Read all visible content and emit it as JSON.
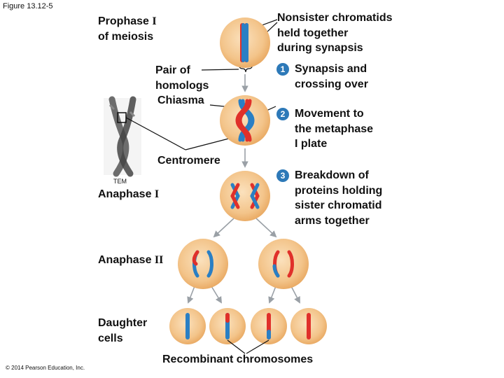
{
  "figure_label": "Figure 13.12-5",
  "copyright": "© 2014 Pearson Education, Inc.",
  "labels": {
    "prophase": {
      "line1": "Prophase",
      "numeral": "I",
      "line2": "of meiosis"
    },
    "nonsister": [
      "Nonsister chromatids",
      "held together",
      "during synapsis"
    ],
    "pair_of_homologs": [
      "Pair of",
      "homologs"
    ],
    "chiasma": "Chiasma",
    "centromere": "Centromere",
    "tem": "TEM",
    "anaphase_1": {
      "text": "Anaphase",
      "numeral": "I"
    },
    "anaphase_2": {
      "text": "Anaphase",
      "numeral": "II"
    },
    "daughter_cells": [
      "Daughter",
      "cells"
    ],
    "recombinant": "Recombinant chromosomes"
  },
  "steps": [
    {
      "number": "1",
      "lines": [
        "Synapsis and",
        "crossing over"
      ]
    },
    {
      "number": "2",
      "lines": [
        "Movement to",
        "the metaphase",
        "I plate"
      ]
    },
    {
      "number": "3",
      "lines": [
        "Breakdown of",
        "proteins holding",
        "sister chromatid",
        "arms together"
      ]
    }
  ],
  "colors": {
    "cell_fill": "#f3c48a",
    "cell_edge": "#e6a65f",
    "maternal_chromosome": "#e0302a",
    "paternal_chromosome": "#2a7fc4",
    "step_badge": "#2d79b8",
    "arrow": "#9aa0a6"
  }
}
